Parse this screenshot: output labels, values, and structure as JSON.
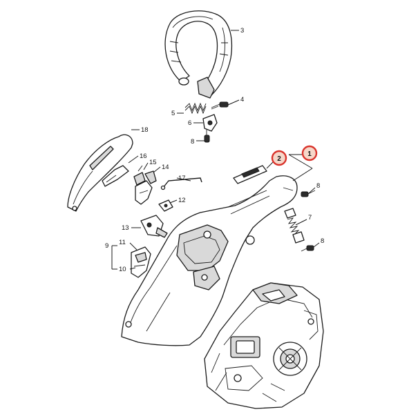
{
  "diagram": {
    "callouts": {
      "c1": "1",
      "c2": "2",
      "c3": "3",
      "c4": "4",
      "c5": "5",
      "c6": "6",
      "c8a": "8",
      "c8b": "8",
      "c8c": "8",
      "c7": "7",
      "c9": "9",
      "c10": "10",
      "c11": "11",
      "c12": "12",
      "c13": "13",
      "c14": "14",
      "c15": "15",
      "c16": "16",
      "c17": "17",
      "c18": "18"
    },
    "highlighted_callouts": [
      "1",
      "2"
    ],
    "highlight_color": "#d9322a"
  }
}
